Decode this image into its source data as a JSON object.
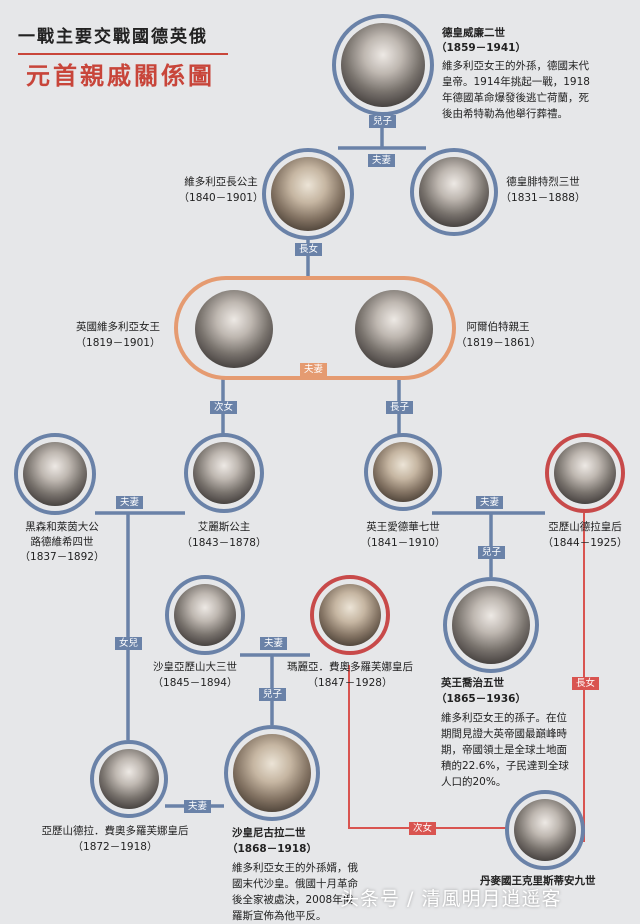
{
  "title": {
    "line1": "一戰主要交戰國德英俄",
    "line2": "元首親戚關係圖"
  },
  "people": {
    "wilhelm2": {
      "name": "德皇威廉二世",
      "years": "（1859－1941）",
      "desc": "維多利亞女王的外孫，德國末代皇帝。1914年挑起一戰，1918年德國革命爆發後逃亡荷蘭，死後由希特勒為他舉行葬禮。"
    },
    "vicky": {
      "name": "維多利亞長公主",
      "years": "（1840－1901）"
    },
    "friedrich3": {
      "name": "德皇腓特烈三世",
      "years": "（1831－1888）"
    },
    "victoria": {
      "name": "英國維多利亞女王",
      "years": "（1819－1901）"
    },
    "albert": {
      "name": "阿爾伯特親王",
      "years": "（1819－1861）"
    },
    "ludwig4": {
      "name1": "黑森和萊茵大公",
      "name2": "路德維希四世",
      "years": "（1837－1892）"
    },
    "alice": {
      "name": "艾麗斯公主",
      "years": "（1843－1878）"
    },
    "edward7": {
      "name": "英王愛德華七世",
      "years": "（1841－1910）"
    },
    "alexandra": {
      "name": "亞歷山德拉皇后",
      "years": "（1844－1925）"
    },
    "alexander3": {
      "name": "沙皇亞歷山大三世",
      "years": "（1845－1894）"
    },
    "maria": {
      "name": "瑪麗亞．費奧多羅芙娜皇后",
      "years": "（1847－1928）"
    },
    "george5": {
      "name": "英王喬治五世",
      "years": "（1865－1936）",
      "desc": "維多利亞女王的孫子。在位期間見證大英帝國最巔峰時期，帝國領土是全球土地面積的22.6%，子民達到全球人口的20%。"
    },
    "alexandra_f": {
      "name": "亞歷山德拉．費奧多羅芙娜皇后",
      "years": "（1872－1918）"
    },
    "nicholas2": {
      "name": "沙皇尼古拉二世",
      "years": "（1868－1918）",
      "desc": "維多利亞女王的外孫婿，俄國末代沙皇。俄國十月革命後全家被處決，2008年俄羅斯宣佈為他平反。"
    },
    "christian9": {
      "name": "丹麥國王克里斯蒂安九世"
    }
  },
  "relations": {
    "son": "兒子",
    "spouse": "夫妻",
    "eldest_daughter": "長女",
    "second_daughter": "次女",
    "eldest_son": "長子",
    "daughter": "女兒"
  },
  "watermark": "头条号 / 清風明月逍遥客"
}
